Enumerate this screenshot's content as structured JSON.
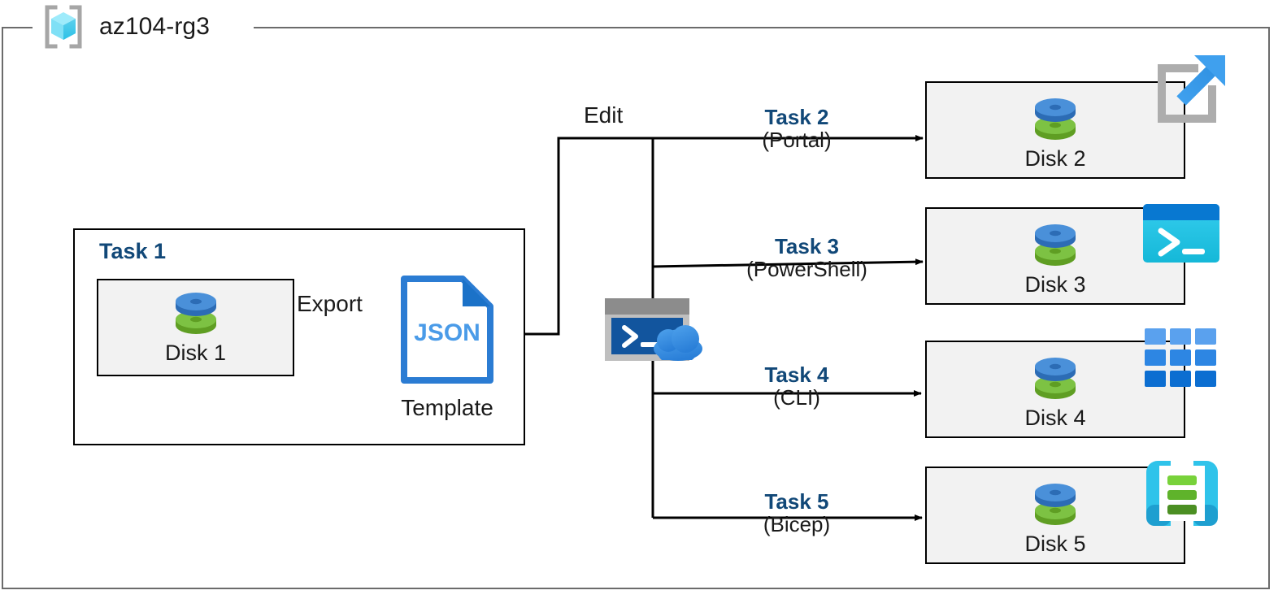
{
  "diagram": {
    "title": "az104-rg3",
    "resource_group_icon": "azure-resource-group-icon",
    "colors": {
      "task_label": "#114878",
      "card_fill": "#F2F2F2",
      "card_border": "#000000",
      "frame_border": "#6B6B6B",
      "json_blue": "#2B7CD3",
      "azure_blue": "#0078D4",
      "cyan": "#31C3E8",
      "disk_blue": "#3C87D8",
      "disk_green": "#6CB52D"
    }
  },
  "task1": {
    "label": "Task 1",
    "disk": {
      "name": "Disk 1",
      "icon": "disk-icon"
    },
    "export_label": "Export",
    "template": {
      "file_type": "JSON",
      "caption": "Template",
      "icon": "json-file-icon"
    }
  },
  "edit_label": "Edit",
  "cloud_shell": {
    "icon": "cloud-shell-icon"
  },
  "branches": [
    {
      "task": "Task 2",
      "tool": "(Portal)",
      "target": {
        "name": "Disk 2",
        "icon": "disk-icon"
      },
      "service_icon": "azure-portal-icon"
    },
    {
      "task": "Task 3",
      "tool": "(PowerShell)",
      "target": {
        "name": "Disk 3",
        "icon": "disk-icon"
      },
      "service_icon": "powershell-icon"
    },
    {
      "task": "Task 4",
      "tool": "(CLI)",
      "target": {
        "name": "Disk 4",
        "icon": "disk-icon"
      },
      "service_icon": "azure-cli-icon"
    },
    {
      "task": "Task 5",
      "tool": "(Bicep)",
      "target": {
        "name": "Disk 5",
        "icon": "disk-icon"
      },
      "service_icon": "bicep-icon"
    }
  ]
}
